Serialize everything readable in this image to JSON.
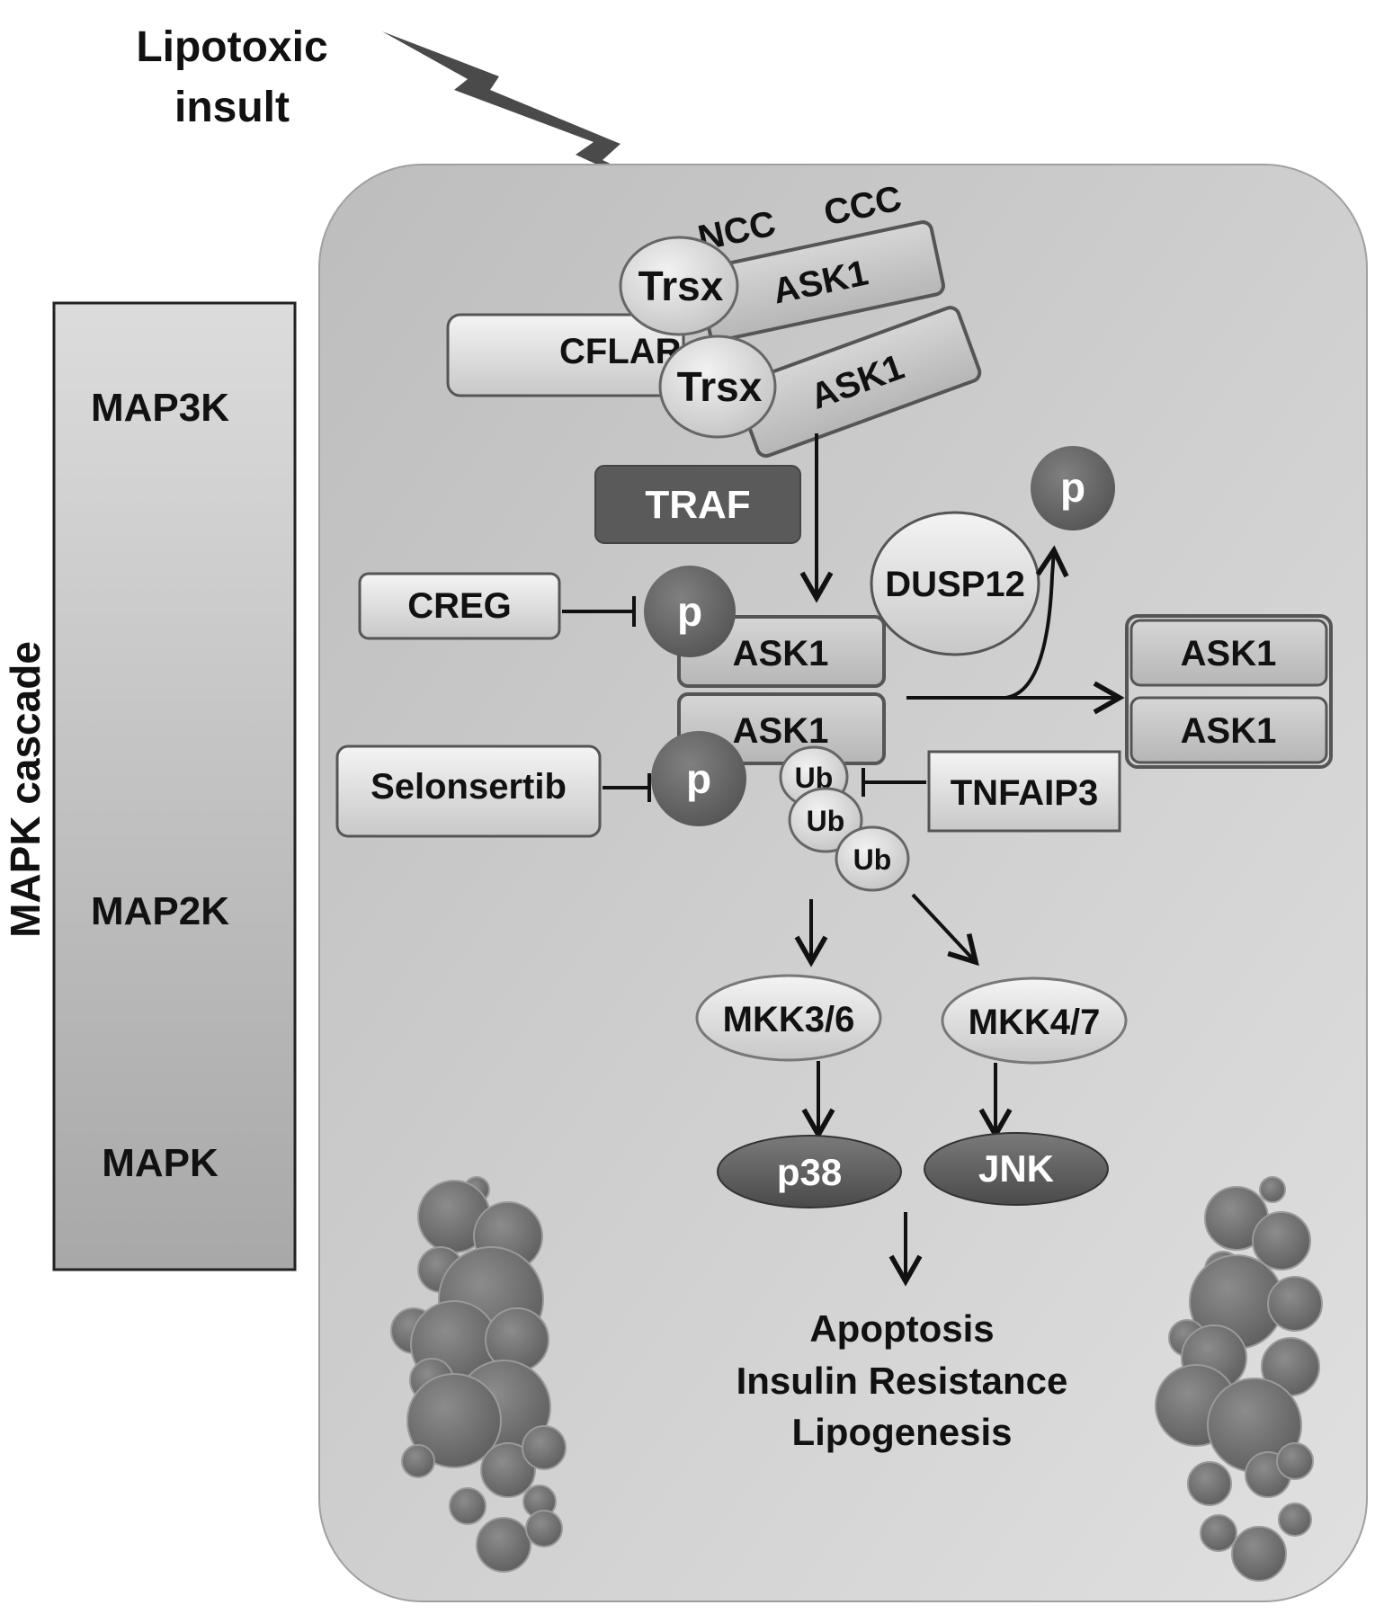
{
  "insult": {
    "line1": "Lipotoxic",
    "line2": "insult"
  },
  "cascade": {
    "title": "MAPK cascade",
    "levels": [
      "MAP3K",
      "MAP2K",
      "MAPK"
    ]
  },
  "complex": {
    "ncc": "NCC",
    "ccc": "CCC",
    "trsx": "Trsx",
    "ask1": "ASK1",
    "cflar": "CFLAR",
    "traf": "TRAF"
  },
  "regulators": {
    "creg": "CREG",
    "selonsertib": "Selonsertib",
    "dusp12": "DUSP12",
    "tnfaip3": "TNFAIP3",
    "phospho": "p",
    "ub": "Ub"
  },
  "ask1_label": "ASK1",
  "downstream": {
    "mkk36": "MKK3/6",
    "mkk47": "MKK4/7",
    "p38": "p38",
    "jnk": "JNK"
  },
  "outcomes": [
    "Apoptosis",
    "Insulin Resistance",
    "Lipogenesis"
  ]
}
